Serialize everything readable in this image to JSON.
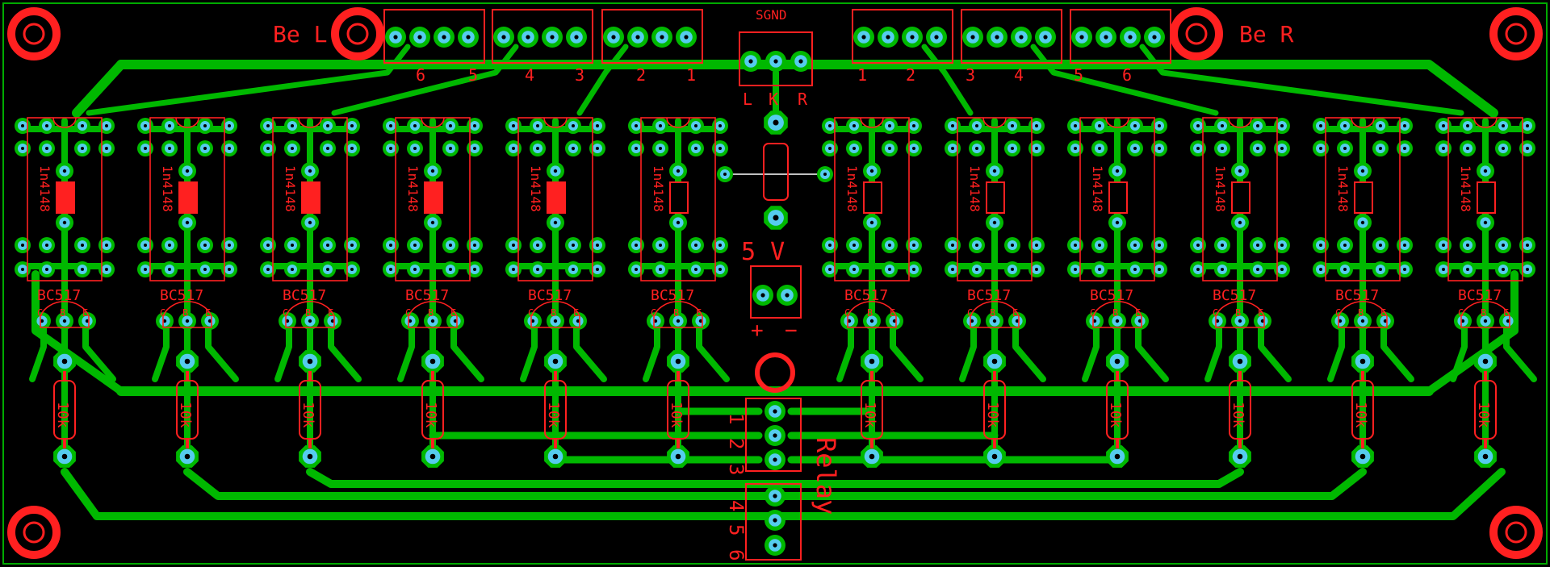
{
  "labels": {
    "bel": "Be L",
    "ber": "Be R",
    "sgnd": "SGND",
    "lkr": [
      "L",
      "K",
      "R"
    ],
    "vplus": "5 V",
    "vin": "+",
    "vneg": "−",
    "relay": "Relay",
    "left_nums": [
      "6",
      "5",
      "4",
      "3",
      "2",
      "1"
    ],
    "right_nums": [
      "1",
      "2",
      "3",
      "4",
      "5",
      "6"
    ],
    "relay_nums": [
      "1",
      "2",
      "3",
      "4",
      "5",
      "6"
    ]
  },
  "components": {
    "diode": "1n4148",
    "transistor": "BC517",
    "resistor": "10k",
    "transistor_pins": [
      "C",
      "B",
      "E"
    ]
  },
  "colors": {
    "background": "#000000",
    "trace": "#00b800",
    "pad": "#55ccee",
    "silk": "#ff2020",
    "outline": "#00aa00"
  },
  "channel_count": 12
}
